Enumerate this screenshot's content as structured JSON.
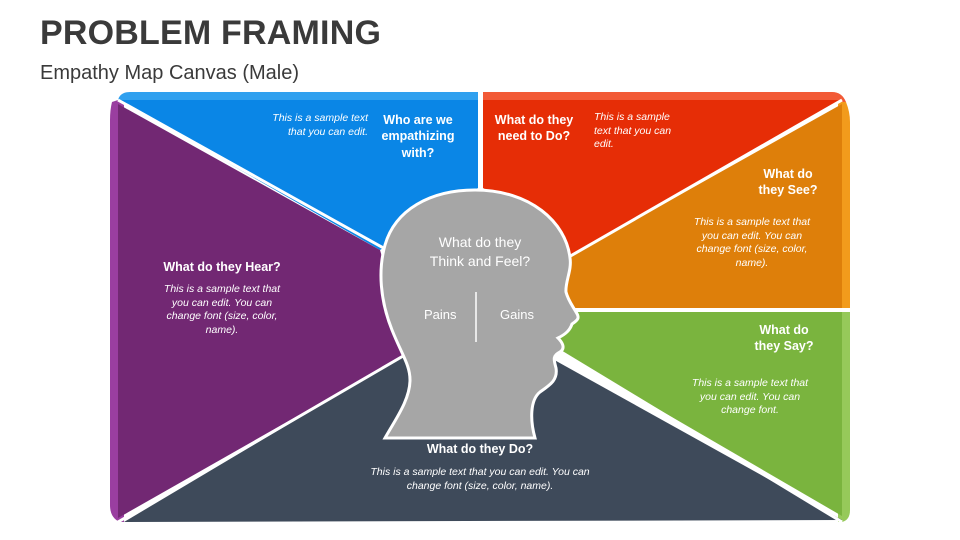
{
  "title": "PROBLEM FRAMING",
  "subtitle": "Empathy Map Canvas (Male)",
  "colors": {
    "blue": "#0a86e6",
    "red": "#e62d06",
    "orange": "#de7f0a",
    "green": "#7ab43e",
    "navy": "#3e4a5a",
    "purple": "#722873",
    "head": "#a6a6a6"
  },
  "sections": {
    "who": {
      "heading": "Who are we empathizing with?",
      "text": "This is a sample text that you can edit."
    },
    "need": {
      "heading": "What do they need to Do?",
      "text": "This is a sample text that you can edit."
    },
    "see": {
      "heading": "What do they See?",
      "text": "This is a sample text that you can edit. You can change font (size, color, name)."
    },
    "say": {
      "heading": "What do they Say?",
      "text": "This is a sample text that you can edit. You can change font."
    },
    "do": {
      "heading": "What do they Do?",
      "text": "This is a sample text that you can edit. You can change font (size, color, name)."
    },
    "hear": {
      "heading": "What do they Hear?",
      "text": "This is a sample text that you can edit. You can change font (size, color, name)."
    }
  },
  "head": {
    "label": "What do they Think and Feel?",
    "pains": "Pains",
    "gains": "Gains"
  }
}
